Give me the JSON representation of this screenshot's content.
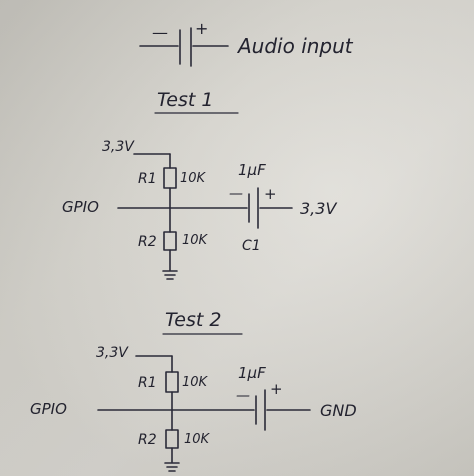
{
  "header": {
    "minus": "—",
    "plus": "+",
    "label": "Audio input"
  },
  "test1": {
    "title": "Test 1",
    "supply": "3,3V",
    "r1": "R1",
    "r1_value": "10K",
    "gpio": "GPIO",
    "r2": "R2",
    "r2_value": "10K",
    "cap_value": "1µF",
    "cap_minus": "—",
    "cap_plus": "+",
    "cap_name": "C1",
    "cap_right": "3,3V"
  },
  "test2": {
    "title": "Test 2",
    "supply": "3,3V",
    "r1": "R1",
    "r1_value": "10K",
    "gpio": "GPIO",
    "r2": "R2",
    "r2_value": "10K",
    "cap_value": "1µF",
    "cap_minus": "—",
    "cap_plus": "+",
    "cap_right": "GND"
  }
}
